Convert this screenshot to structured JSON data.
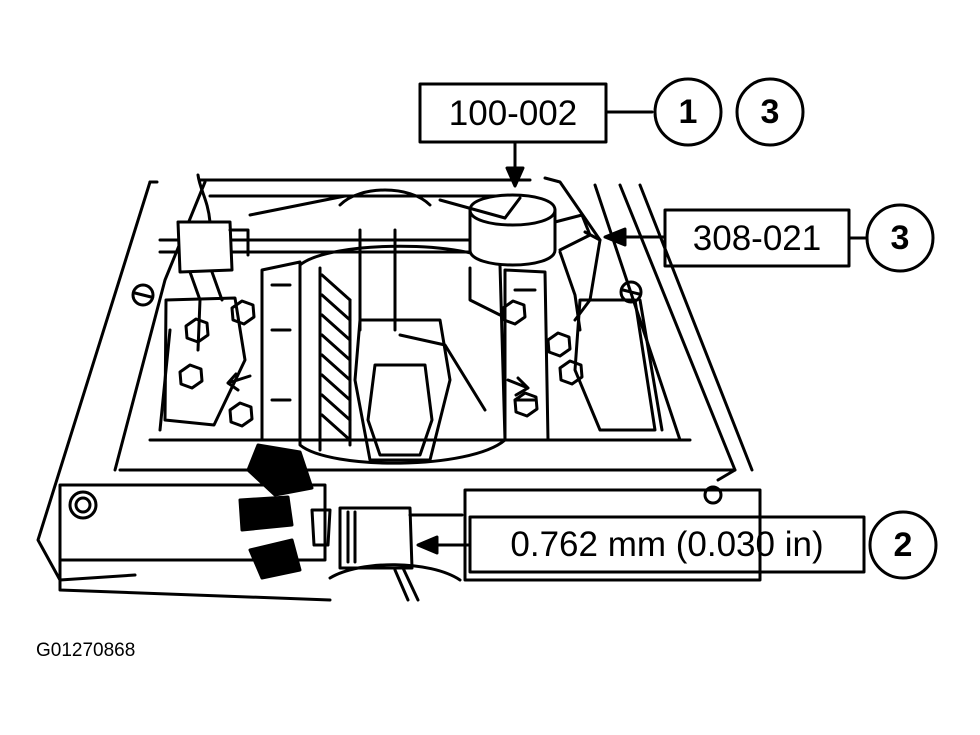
{
  "callouts": {
    "tool_a": {
      "code": "100-002",
      "steps": [
        "1",
        "3"
      ]
    },
    "tool_b": {
      "code": "308-021",
      "step": "3"
    },
    "measurement": {
      "value": "0.762 mm (0.030 in)",
      "step": "2"
    }
  },
  "figure_id": "G01270868"
}
